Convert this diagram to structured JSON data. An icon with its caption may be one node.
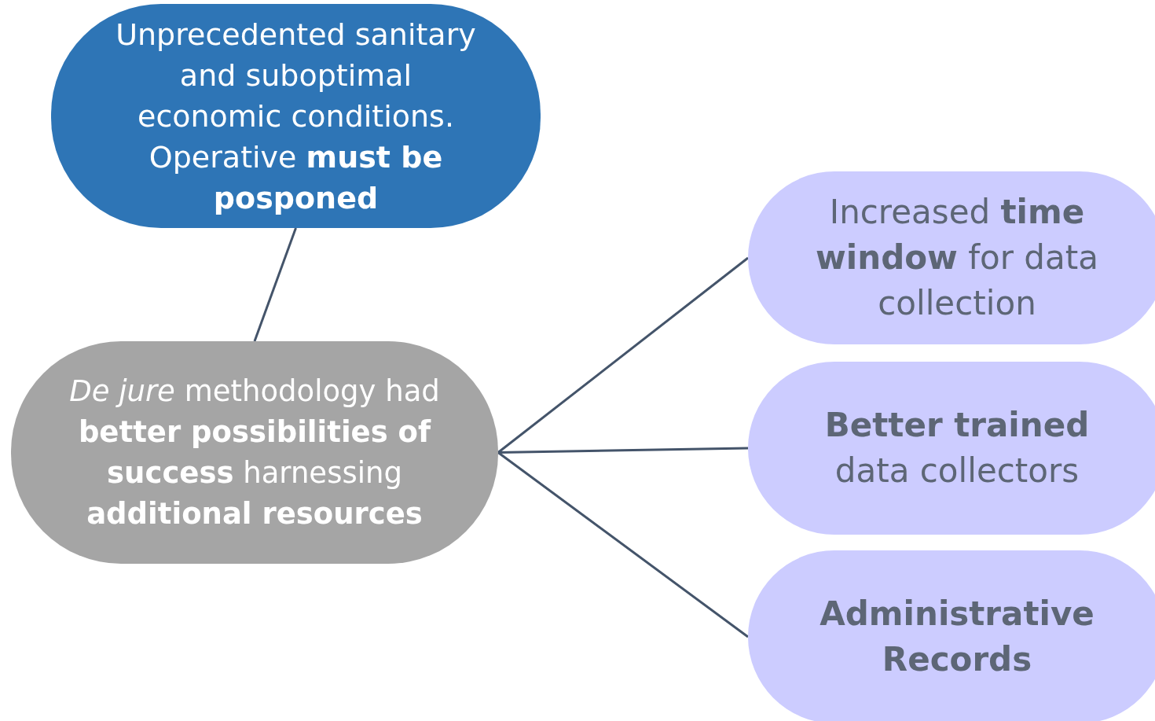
{
  "diagram": {
    "nodes": [
      {
        "text": [
          "Unprecedented sanitary and suboptimal economic conditions. Operative **must be posponed**"
        ]
      },
      {
        "text": [
          "*De jure* methodology had **better possibilities of success** harnessing **additional resources**"
        ]
      },
      {
        "text": [
          "Increased **time window** for data collection"
        ]
      },
      {
        "text": [
          "**Better trained** data collectors"
        ]
      },
      {
        "text": [
          "Administrative Records"
        ]
      }
    ],
    "edges": [
      {
        "from": 0,
        "to": 1,
        "arrow": "none"
      },
      {
        "from": 1,
        "to": 2,
        "arrow": "none"
      },
      {
        "from": 1,
        "to": 3,
        "arrow": "none"
      },
      {
        "from": 1,
        "to": 4,
        "arrow": "none"
      }
    ]
  }
}
